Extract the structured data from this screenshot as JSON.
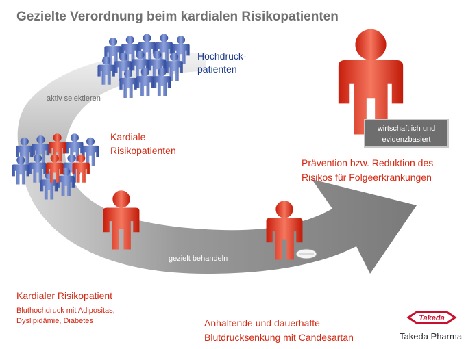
{
  "title": "Gezielte Verordnung beim kardialen Risikopatienten",
  "labels": {
    "hypertension_patients": "Hochdruck-\npatienten",
    "cardiac_risk_patients": "Kardiale\nRisikopatienten",
    "select_actively": "aktiv selektieren",
    "treat_targeted": "gezielt behandeln",
    "prevention": "Prävention bzw. Reduktion des\nRisikos für Folgeerkrankungen",
    "badge": "wirtschaftlich und\nevidenzbasiert",
    "cardiac_risk_patient": "Kardialer Risikopatient",
    "risk_factors": "Bluthochdruck mit Adipositas,\nDyslipidämie, Diabetes",
    "sustained_lowering": "Anhaltende und dauerhafte\nBlutdrucksenkung mit Candesartan"
  },
  "brand": {
    "logo_text": "Takeda",
    "company": "Takeda Pharma"
  },
  "colors": {
    "title_grey": "#707070",
    "blue": "#1f3c88",
    "red": "#d42a14",
    "arrow_grey": "#8a8a8a"
  },
  "icons": [
    "person-group-icon",
    "person-icon",
    "pill-icon",
    "takeda-logo-icon"
  ]
}
